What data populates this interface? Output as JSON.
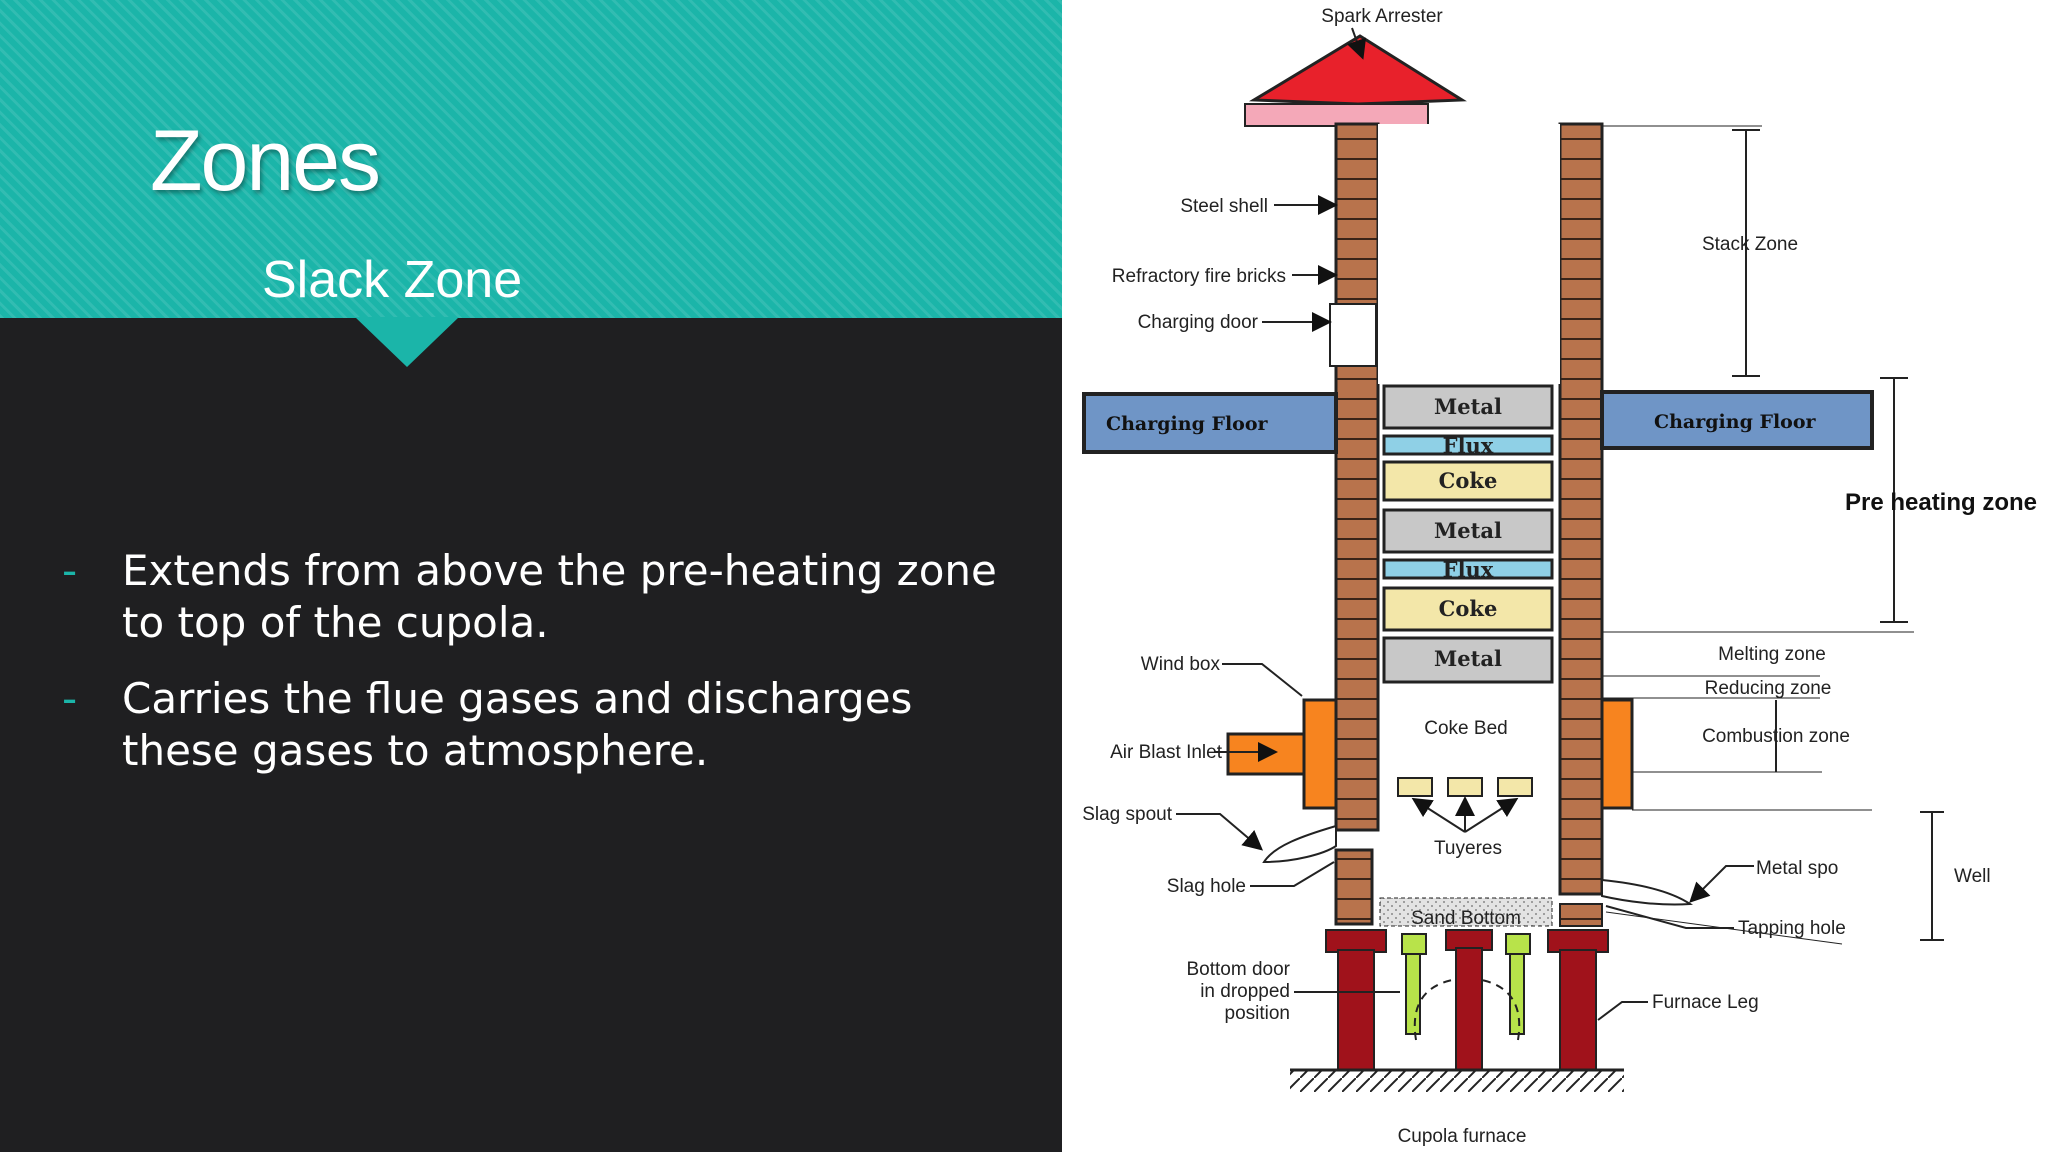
{
  "slide": {
    "title": "Zones",
    "subtitle": "Slack Zone",
    "bullets": [
      {
        "marker": "-",
        "text": "Extends from above the pre-heating zone to top of the cupola."
      },
      {
        "marker": "-",
        "text": "Carries the flue gases and discharges these gases to atmosphere."
      }
    ],
    "colors": {
      "accent": "#1bb5a9",
      "background": "#1f1f21",
      "text": "#ffffff"
    }
  },
  "diagram": {
    "caption": "Cupola furnace",
    "labels": {
      "spark_arrester": "Spark Arrester",
      "steel_shell": "Steel shell",
      "refractory": "Refractory fire bricks",
      "charging_door": "Charging door",
      "stack_zone": "Stack Zone",
      "charging_floor_left": "Charging Floor",
      "charging_floor_right": "Charging Floor",
      "pre_heating_zone": "Pre heating zone",
      "wind_box": "Wind box",
      "air_blast_inlet": "Air Blast Inlet",
      "melting_zone": "Melting zone",
      "reducing_zone": "Reducing zone",
      "combustion_zone": "Combustion zone",
      "coke_bed": "Coke Bed",
      "tuyeres": "Tuyeres",
      "slag_spout": "Slag spout",
      "slag_hole": "Slag hole",
      "metal_spout": "Metal spo",
      "well": "Well",
      "tapping_hole": "Tapping hole",
      "sand_bottom": "Sand Bottom",
      "bottom_door": [
        "Bottom door",
        "in dropped",
        "position"
      ],
      "furnace_leg": "Furnace Leg"
    },
    "layers": [
      "Metal",
      "Flux",
      "Coke",
      "Metal",
      "Flux",
      "Coke",
      "Metal"
    ],
    "colors": {
      "roof": "#e8212b",
      "roof_base": "#f4a8b8",
      "brick": "#b8734c",
      "floor": "#6f95c6",
      "metal": "#c8c8c8",
      "flux": "#8fd0e6",
      "coke": "#f3e7a9",
      "wind_box": "#f7841f",
      "leg": "#a0121b",
      "door": "#b8e34a"
    }
  }
}
